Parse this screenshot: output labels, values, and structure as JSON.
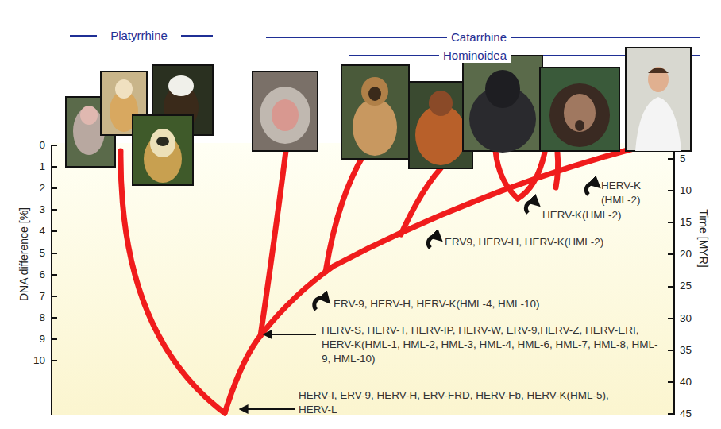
{
  "diagram": {
    "labels": [
      "Platyrrhine",
      "Catarrhine",
      "Hominoidea",
      "DNA difference [%]",
      "0",
      "1",
      "2",
      "3",
      "4",
      "5",
      "6",
      "7",
      "8",
      "9",
      "10",
      "Time [MYR]",
      "5",
      "10",
      "15",
      "20",
      "25",
      "30",
      "35",
      "40",
      "45",
      "HERV-K (HML-2)",
      "HERV-K(HML-2)",
      "ERV9, HERV-H, HERV-K(HML-2)",
      "ERV-9, HERV-H, HERV-K(HML-4, HML-10)",
      "HERV-S, HERV-T, HERV-IP, HERV-W, ERV-9,HERV-Z, HERV-ERI, HERV-K(HML-1, HML-2, HML-3, HML-4, HML-6, HML-7, HML-8, HML-9, HML-10)",
      "HERV-I, ERV-9, HERV-H, ERV-FRD, HERV-Fb, HERV-K(HML-5), HERV-L"
    ]
  }
}
